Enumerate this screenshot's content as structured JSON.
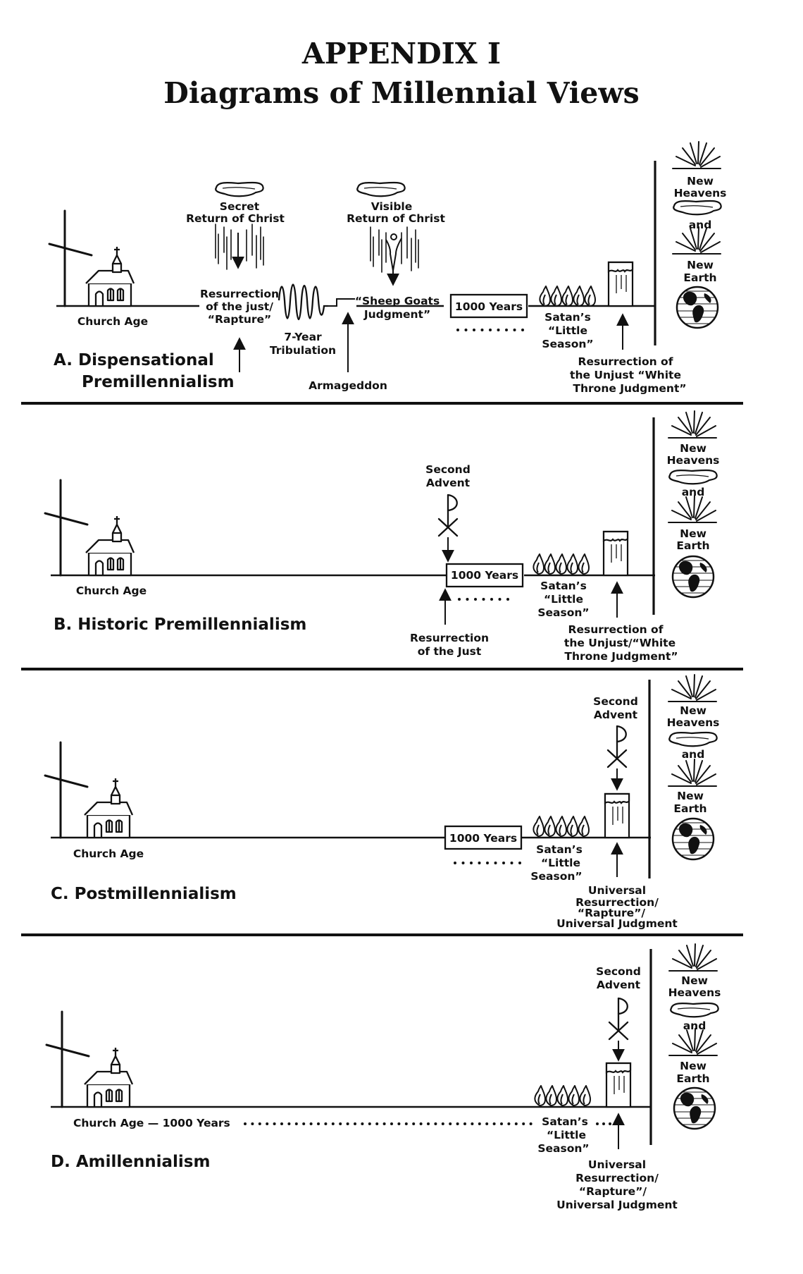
{
  "page": {
    "title_line1": "APPENDIX I",
    "title_line2": "Diagrams of Millennial Views"
  },
  "common": {
    "new": "New",
    "heavens": "Heavens",
    "and": "and",
    "earth": "Earth",
    "thousand_years": "1000 Years"
  },
  "sectionA": {
    "heading_1": "A. Dispensational",
    "heading_2": "Premillennialism",
    "church_age": "Church Age",
    "secret_return_1": "Secret",
    "secret_return_2": "Return of Christ",
    "resurrection_just_1": "Resurrection",
    "resurrection_just_2": "of the just/",
    "resurrection_just_3": "“Rapture”",
    "tribulation_1": "7-Year",
    "tribulation_2": "Tribulation",
    "armageddon": "Armageddon",
    "visible_return_1": "Visible",
    "visible_return_2": "Return of Christ",
    "sheep_goats_1": "“Sheep Goats",
    "sheep_goats_2": "Judgment”",
    "satan_1": "Satan’s",
    "satan_2": "“Little",
    "satan_3": "Season”",
    "unjust_1": "Resurrection of",
    "unjust_2": "the Unjust “White",
    "unjust_3": "Throne Judgment”"
  },
  "sectionB": {
    "heading": "B. Historic Premillennialism",
    "church_age": "Church Age",
    "second_advent_1": "Second",
    "second_advent_2": "Advent",
    "resurrection_just_1": "Resurrection",
    "resurrection_just_2": "of the Just",
    "satan_1": "Satan’s",
    "satan_2": "“Little",
    "satan_3": "Season”",
    "unjust_1": "Resurrection of",
    "unjust_2": "the Unjust/“White",
    "unjust_3": "Throne Judgment”"
  },
  "sectionC": {
    "heading": "C. Postmillennialism",
    "church_age": "Church Age",
    "second_advent_1": "Second",
    "second_advent_2": "Advent",
    "satan_1": "Satan’s",
    "satan_2": "“Little",
    "satan_3": "Season”",
    "universal_1": "Universal",
    "universal_2": "Resurrection/",
    "universal_3": "“Rapture”/",
    "universal_4": "Universal Judgment"
  },
  "sectionD": {
    "heading": "D. Amillennialism",
    "church_age": "Church Age — 1000 Years",
    "second_advent_1": "Second",
    "second_advent_2": "Advent",
    "satan_1": "Satan’s",
    "satan_2": "“Little",
    "satan_3": "Season”",
    "universal_1": "Universal",
    "universal_2": "Resurrection/",
    "universal_3": "“Rapture”/",
    "universal_4": "Universal Judgment"
  }
}
